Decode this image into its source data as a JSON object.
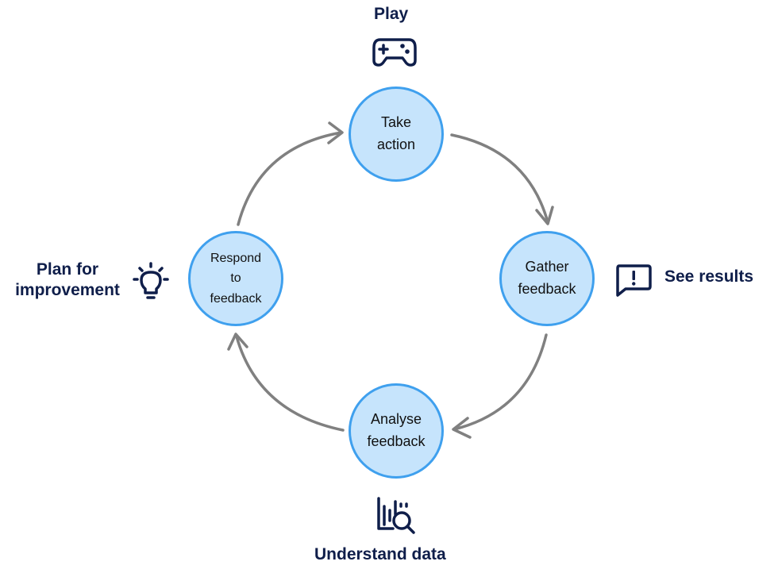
{
  "nodes": {
    "take_action": "Take\naction",
    "gather_feedback": "Gather\nfeedback",
    "analyse_feedback": "Analyse\nfeedback",
    "respond_to_feedback": "Respond\nto\nfeedback"
  },
  "labels": {
    "play": "Play",
    "see_results": "See results",
    "understand_data": "Understand data",
    "plan_for_improvement": "Plan for\nimprovement"
  },
  "icons": {
    "play": "gamepad-icon",
    "see_results": "alert-message-icon",
    "understand_data": "chart-magnifier-icon",
    "plan_for_improvement": "lightbulb-icon"
  },
  "colors": {
    "node_fill": "#c6e4fc",
    "node_border": "#3fa0ee",
    "arrow": "#808080",
    "label_text": "#0f1e4a"
  }
}
